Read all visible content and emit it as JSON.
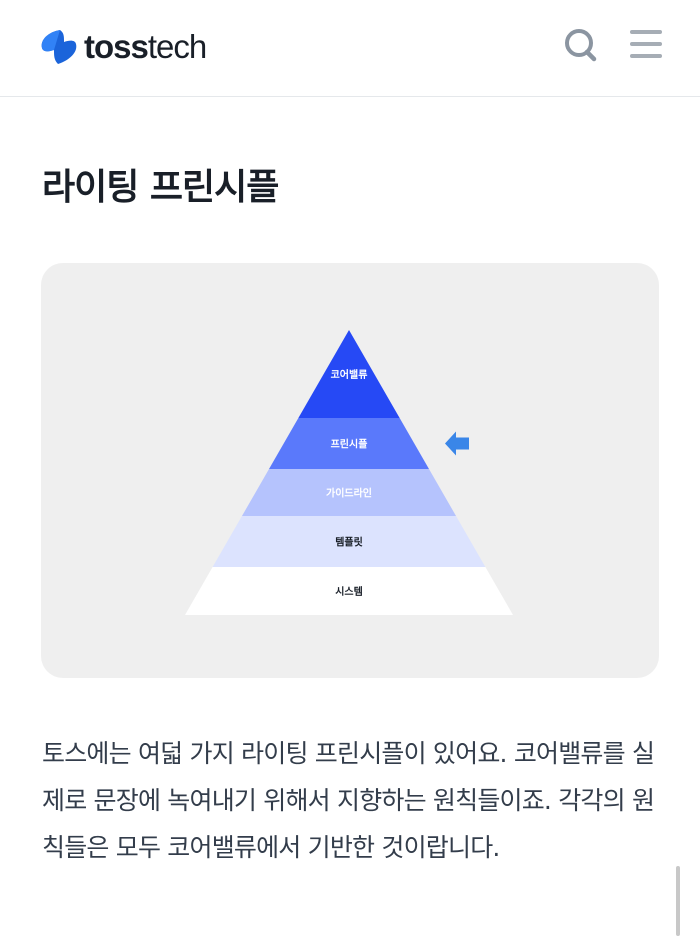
{
  "header": {
    "logo_bold": "toss",
    "logo_light": "tech",
    "search_icon": "search-icon",
    "menu_icon": "hamburger-menu-icon"
  },
  "article": {
    "title": "라이팅 프린시플",
    "pyramid": {
      "layers": [
        {
          "label": "코어밸류",
          "color": "#2649f5",
          "text_color": "#ffffff"
        },
        {
          "label": "프린시플",
          "color": "#5a79fb",
          "text_color": "#ffffff"
        },
        {
          "label": "가이드라인",
          "color": "#b5c3fd",
          "text_color": "#ffffff"
        },
        {
          "label": "템플릿",
          "color": "#dce3fe",
          "text_color": "#191f28"
        },
        {
          "label": "시스템",
          "color": "#ffffff",
          "text_color": "#191f28"
        }
      ],
      "highlight_index": 1,
      "arrow_color": "#3a86e8"
    },
    "paragraph": "토스에는 여덟 가지 라이팅 프린시플이 있어요. 코어밸류를 실제로 문장에 녹여내기 위해서 지향하는 원칙들이죠. 각각의 원칙들은 모두 코어밸류에서 기반한 것이랍니다."
  }
}
